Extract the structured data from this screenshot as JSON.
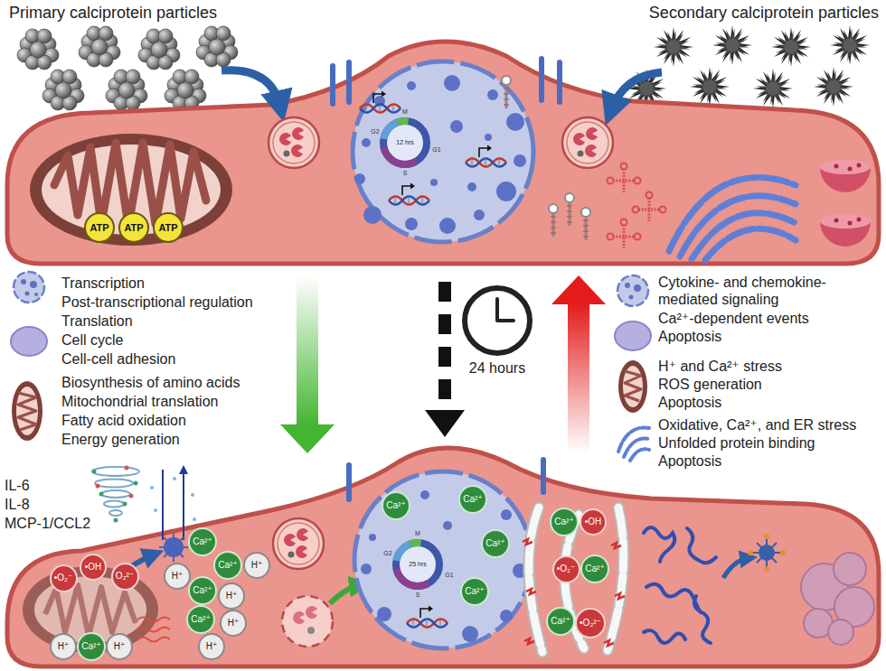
{
  "diagram": {
    "nodes": [
      {
        "text": [
          "ATP"
        ]
      },
      {
        "text": [
          "ATP"
        ]
      },
      {
        "text": [
          "ATP"
        ]
      },
      {
        "text": [
          "•O₂⁻"
        ]
      },
      {
        "text": [
          "•OH"
        ]
      },
      {
        "text": [
          "O₂²⁻"
        ]
      },
      {
        "text": [
          "H⁺"
        ]
      },
      {
        "text": [
          "Ca²⁺"
        ]
      },
      {
        "text": [
          "H⁺"
        ]
      },
      {
        "text": [
          "Ca²⁺"
        ]
      },
      {
        "text": [
          "H⁺"
        ]
      },
      {
        "text": [
          "Ca²⁺"
        ]
      },
      {
        "text": [
          "H⁺"
        ]
      },
      {
        "text": [
          "Ca²⁺"
        ]
      },
      {
        "text": [
          "H⁺"
        ]
      },
      {
        "text": [
          "Ca²⁺"
        ]
      },
      {
        "text": [
          "H⁺"
        ]
      },
      {
        "text": [
          "H⁺"
        ]
      },
      {
        "text": [
          "Ca²⁺"
        ]
      },
      {
        "text": [
          "Ca²⁺"
        ]
      },
      {
        "text": [
          "Ca²⁺"
        ]
      },
      {
        "text": [
          "Ca²⁺"
        ]
      },
      {
        "text": [
          "Ca²⁺"
        ]
      },
      {
        "text": [
          "•OH"
        ]
      },
      {
        "text": [
          "•O₂⁻"
        ]
      },
      {
        "text": [
          "Ca²⁺"
        ]
      },
      {
        "text": [
          "Ca²⁺"
        ]
      },
      {
        "text": [
          "•O₂²⁻"
        ]
      }
    ],
    "labels": [
      "Primary calciprotein particles",
      "Secondary calciprotein particles",
      "12 hrs",
      "M",
      "G2",
      "G1",
      "S",
      "Transcription",
      "Post-transcriptional regulation",
      "Translation",
      "Cell cycle",
      "Cell-cell adhesion",
      "Biosynthesis of amino acids",
      "Mitochondrial translation",
      "Fatty acid oxidation",
      "Energy generation",
      "24 hours",
      "Cytokine- and chemokine-mediated signaling",
      "Ca²⁺-dependent events",
      "Apoptosis",
      "H⁺ and Ca²⁺ stress",
      "ROS generation",
      "Apoptosis",
      "Oxidative, Ca²⁺, and ER stress",
      "Unfolded protein binding",
      "Apoptosis",
      "IL-6",
      "IL-8",
      "MCP-1/CCL2",
      "25 hrs",
      "M",
      "G2",
      "G1",
      "S"
    ]
  }
}
